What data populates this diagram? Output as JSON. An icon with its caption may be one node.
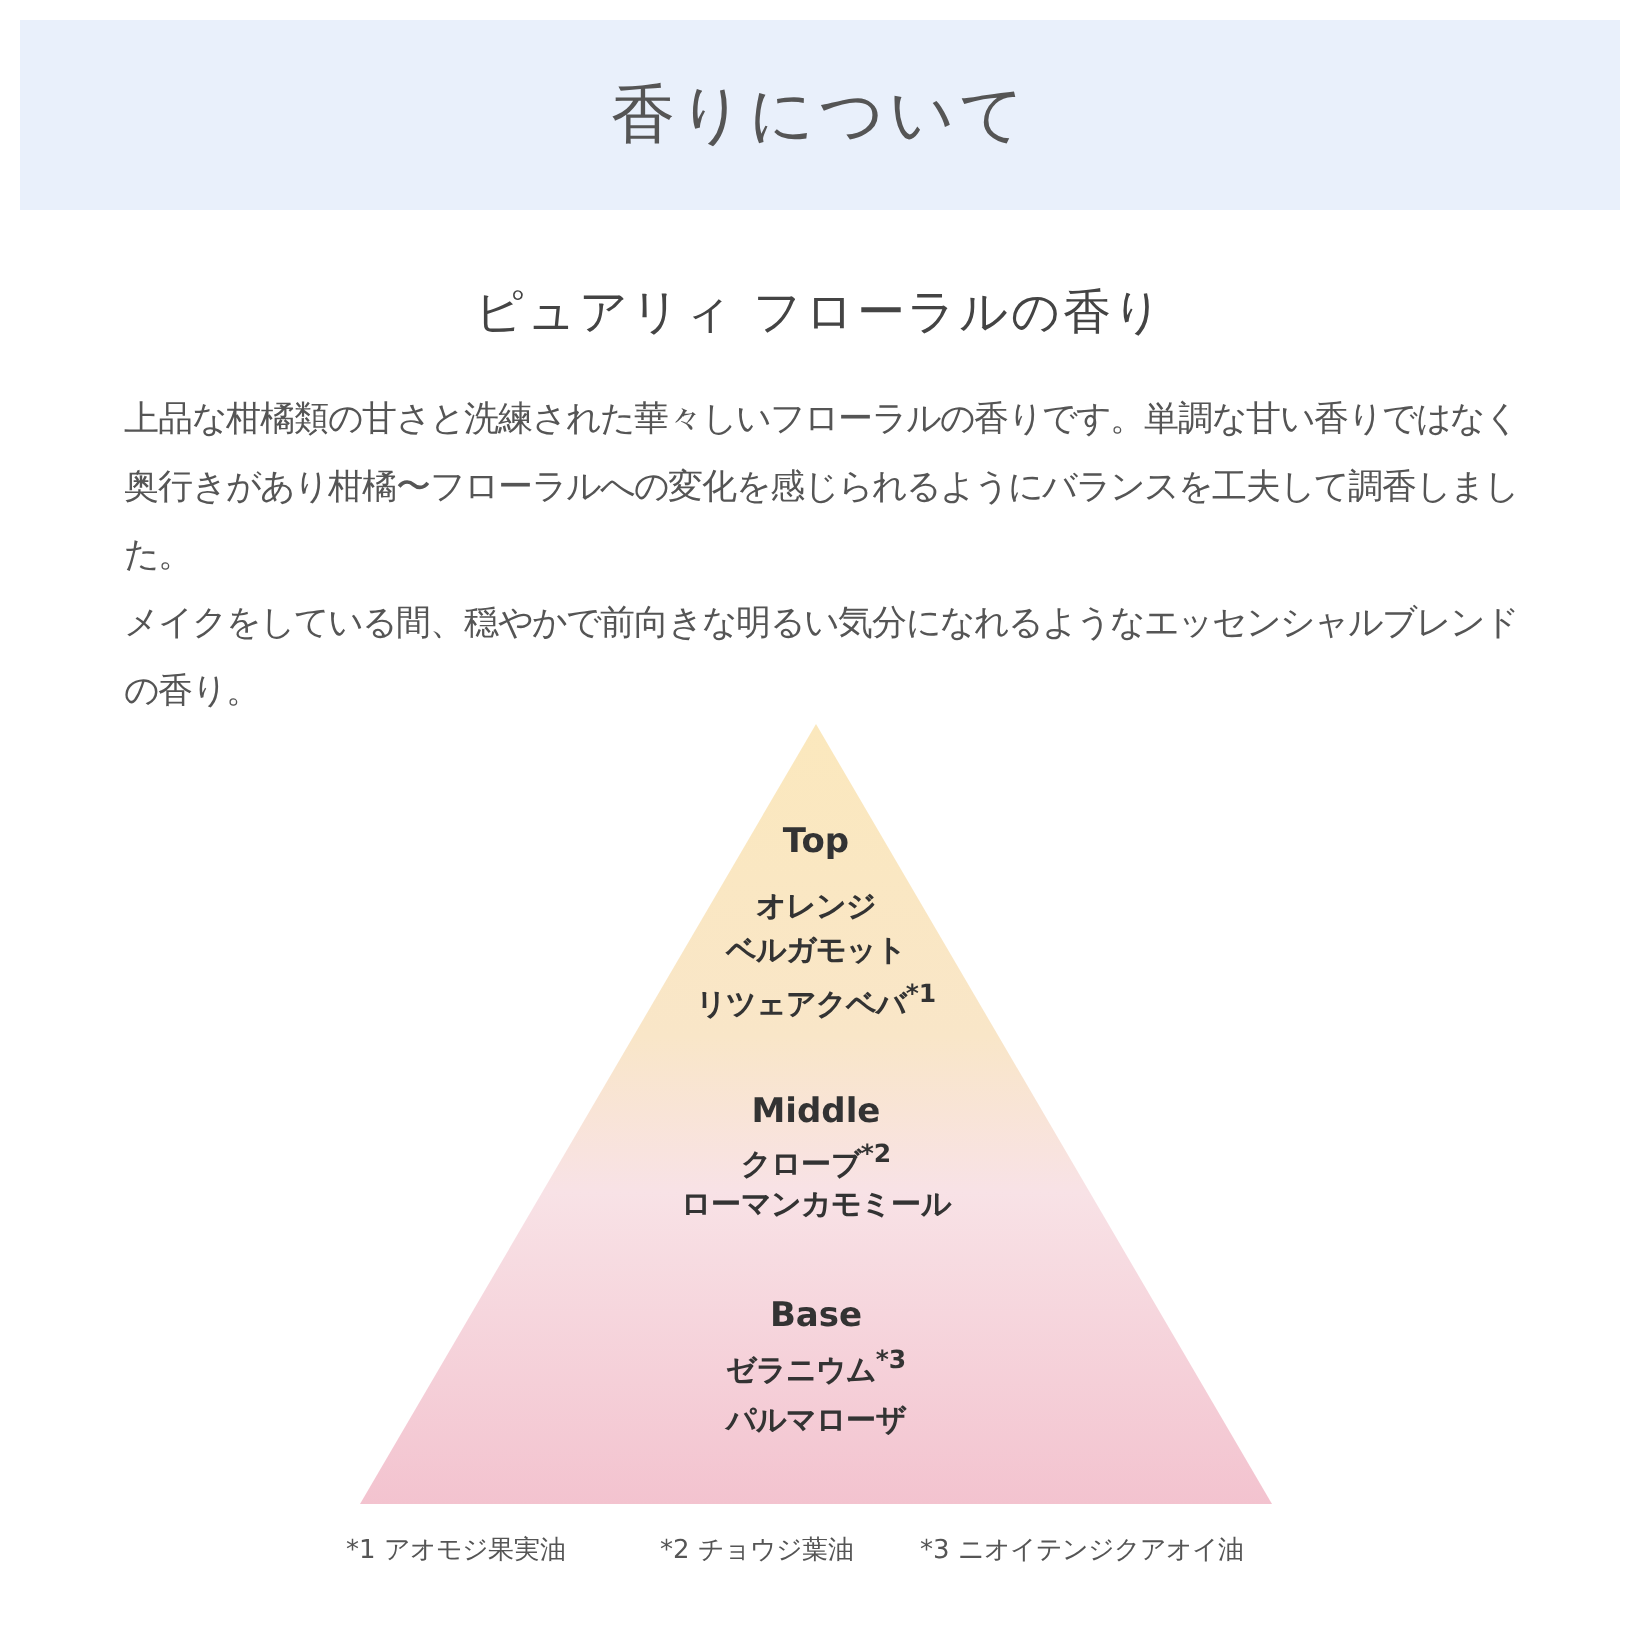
{
  "diagram": {
    "title": "香りについて",
    "nodes": [
      {
        "text": [
          "Top",
          "オレンジ",
          "ベルガモット",
          "リツェアクベバ$^{*1}$",
          "Middle",
          "クローブ$^{*2}$",
          "ローマンカモミール",
          "Base",
          "ゼラニウム$^{*3}$",
          "パルマローザ"
        ]
      }
    ],
    "edges": [],
    "labels": [
      "ピュアリィ フローラルの香り",
      "上品な柑橘類の甘さと洗練された華々しいフローラルの香りです。単調な甘い香りではなく奥行きがあり柑橘〜フローラルへの変化を感じられるようにバランスを工夫して調香しました。",
      "メイクをしている間、穏やかで前向きな明るい気分になれるようなエッセンシャルブレンドの香り。",
      "*1 アオモジ果実油",
      "*2 チョウジ葉油",
      "*3 ニオイテンジクアオイ油"
    ]
  }
}
